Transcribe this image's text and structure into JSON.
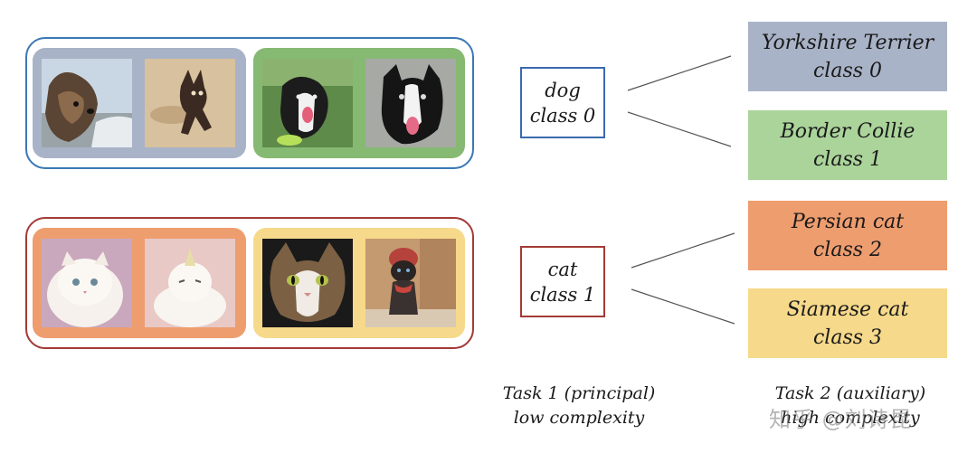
{
  "groups": {
    "dog": {
      "label": {
        "line1": "dog",
        "line2": "class 0"
      },
      "color": "#3a78b5"
    },
    "cat": {
      "label": {
        "line1": "cat",
        "line2": "class 1"
      },
      "color": "#a33a36"
    }
  },
  "subclasses": [
    {
      "name": "Yorkshire Terrier",
      "class_label": "class 0",
      "color": "#a9b3c7"
    },
    {
      "name": "Border Collie",
      "class_label": "class 1",
      "color": "#abd49b"
    },
    {
      "name": "Persian cat",
      "class_label": "class 2",
      "color": "#ee9d6f"
    },
    {
      "name": "Siamese cat",
      "class_label": "class 3",
      "color": "#f6d98a"
    }
  ],
  "tasks": [
    {
      "line1": "Task 1 (principal)",
      "line2": "low complexity"
    },
    {
      "line1": "Task 2 (auxiliary)",
      "line2": "high complexity"
    }
  ],
  "watermark": "知乎 @刘诗昆"
}
